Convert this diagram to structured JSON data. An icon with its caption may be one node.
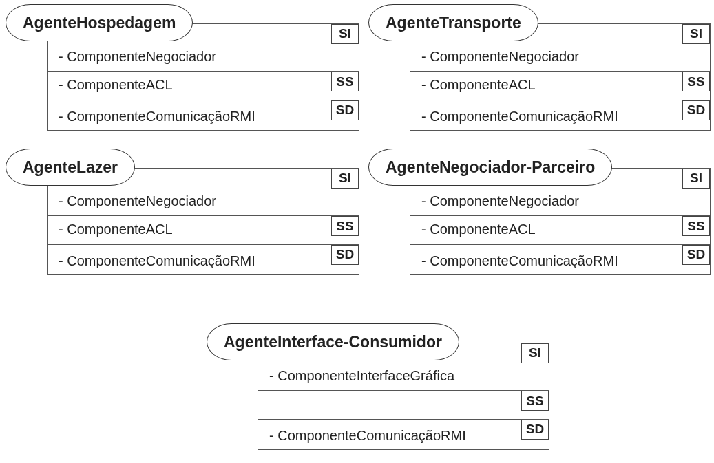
{
  "diagram": {
    "nodes": [
      {
        "text": [
          "AgenteHospedagem"
        ]
      },
      {
        "text": [
          "- ComponenteNegociador"
        ],
        "in": 0
      },
      {
        "text": [
          "SI"
        ],
        "in": 0
      },
      {
        "text": [
          "- ComponenteACL"
        ],
        "in": 0
      },
      {
        "text": [
          "SS"
        ],
        "in": 3
      },
      {
        "text": [
          "- ComponenteComunicaçãoRMI"
        ],
        "in": 0
      },
      {
        "text": [
          "SD"
        ],
        "in": 5
      },
      {
        "text": [
          "AgenteTransporte"
        ]
      },
      {
        "text": [
          "- ComponenteNegociador"
        ],
        "in": 7
      },
      {
        "text": [
          "SI"
        ],
        "in": 7
      },
      {
        "text": [
          "- ComponenteACL"
        ],
        "in": 7
      },
      {
        "text": [
          "SS"
        ],
        "in": 10
      },
      {
        "text": [
          "- ComponenteComunicaçãoRMI"
        ],
        "in": 7
      },
      {
        "text": [
          "SD"
        ],
        "in": 12
      },
      {
        "text": [
          "AgenteLazer"
        ]
      },
      {
        "text": [
          "- ComponenteNegociador"
        ],
        "in": 14
      },
      {
        "text": [
          "SI"
        ],
        "in": 14
      },
      {
        "text": [
          "- ComponenteACL"
        ],
        "in": 14
      },
      {
        "text": [
          "SS"
        ],
        "in": 17
      },
      {
        "text": [
          "- ComponenteComunicaçãoRMI"
        ],
        "in": 14
      },
      {
        "text": [
          "SD"
        ],
        "in": 19
      },
      {
        "text": [
          "AgenteNegociador-Parceiro"
        ]
      },
      {
        "text": [
          "- ComponenteNegociador"
        ],
        "in": 21
      },
      {
        "text": [
          "SI"
        ],
        "in": 21
      },
      {
        "text": [
          "- ComponenteACL"
        ],
        "in": 21
      },
      {
        "text": [
          "SS"
        ],
        "in": 24
      },
      {
        "text": [
          "- ComponenteComunicaçãoRMI"
        ],
        "in": 21
      },
      {
        "text": [
          "SD"
        ],
        "in": 26
      },
      {
        "text": [
          "AgenteInterface-Consumidor"
        ]
      },
      {
        "text": [
          "- ComponenteInterfaceGráfica"
        ],
        "in": 28
      },
      {
        "text": [
          "SI"
        ],
        "in": 28
      },
      {
        "text": [],
        "shape": "box",
        "in": 28
      },
      {
        "text": [
          "SS"
        ],
        "in": 31
      },
      {
        "text": [
          "- ComponenteComunicaçãoRMI"
        ],
        "in": 28
      },
      {
        "text": [
          "SD"
        ],
        "in": 33
      }
    ]
  }
}
